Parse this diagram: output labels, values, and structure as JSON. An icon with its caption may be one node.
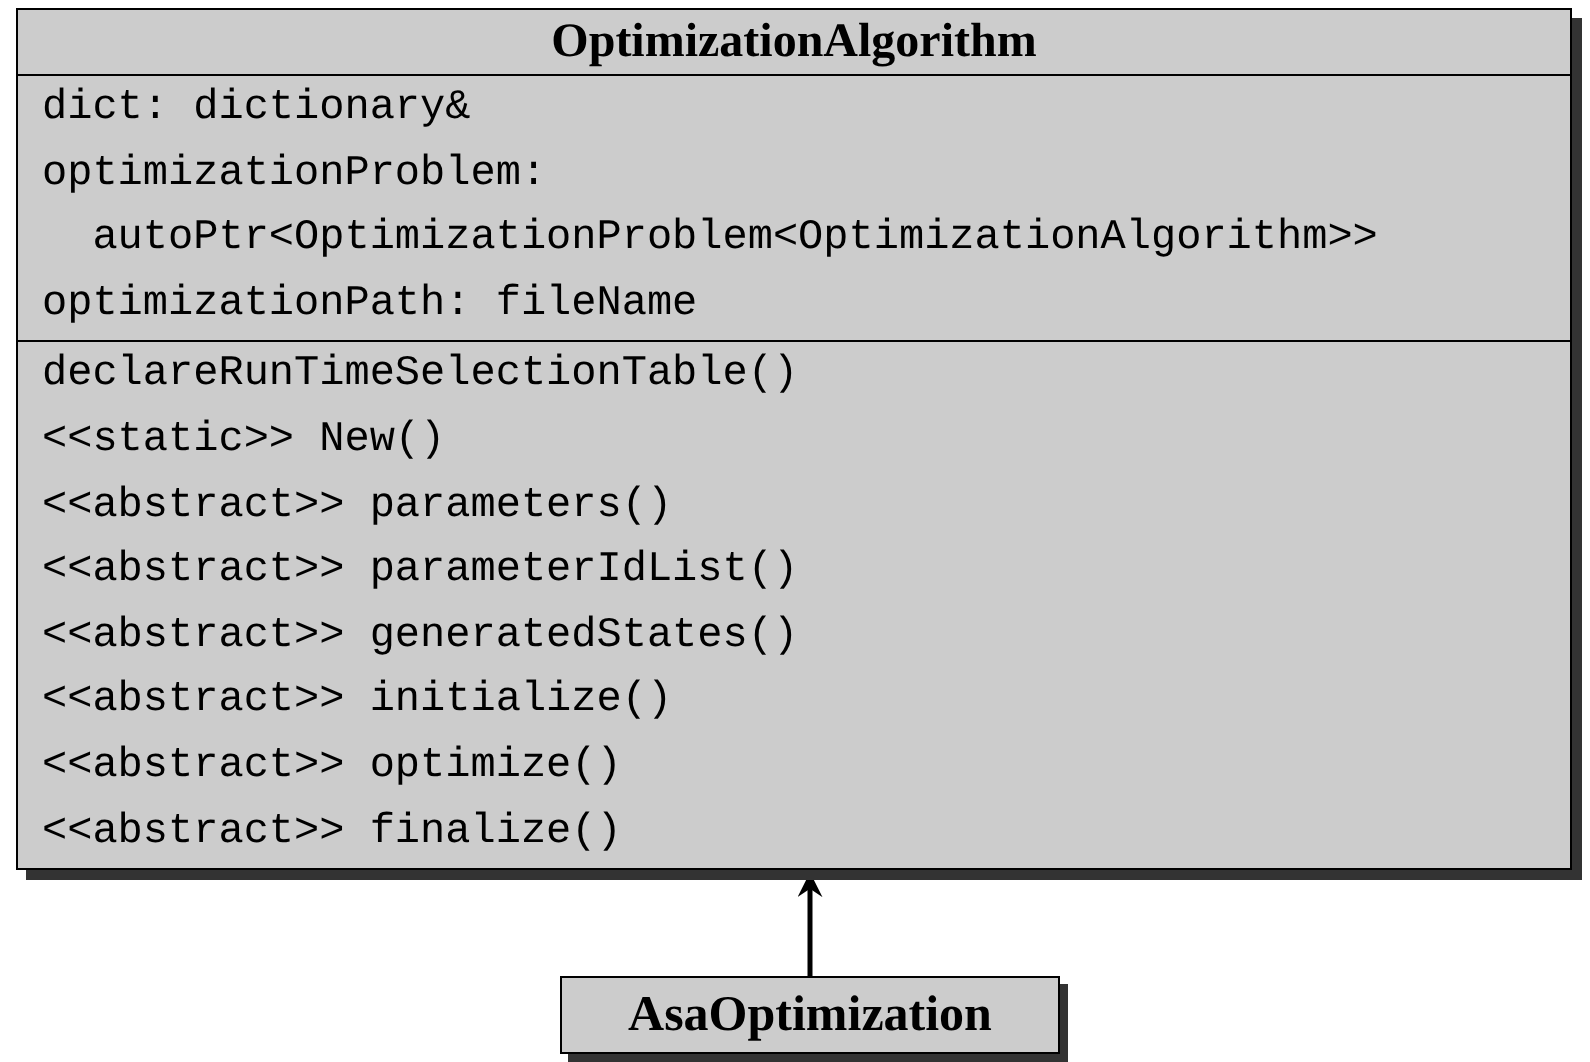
{
  "diagram": {
    "nodes": [
      {
        "text": [
          "OptimizationAlgorithm"
        ]
      },
      {
        "text": [
          "dict: dictionary&",
          "optimizationProblem: autoPtr<OptimizationProblem<OptimizationAlgorithm>>",
          "optimizationPath: fileName"
        ],
        "in": 0
      },
      {
        "text": [
          "declareRunTimeSelectionTable()",
          "<<static>> New()",
          "<<abstract>> parameters()",
          "<<abstract>> parameterIdList()",
          "<<abstract>> generatedStates()",
          "<<abstract>> initialize()",
          "<<abstract>> optimize()",
          "<<abstract>> finalize()"
        ],
        "in": 0
      },
      {
        "text": [
          "AsaOptimization"
        ]
      }
    ],
    "edges": [
      {
        "from": 3,
        "to": 0,
        "arrow": "to"
      }
    ]
  }
}
